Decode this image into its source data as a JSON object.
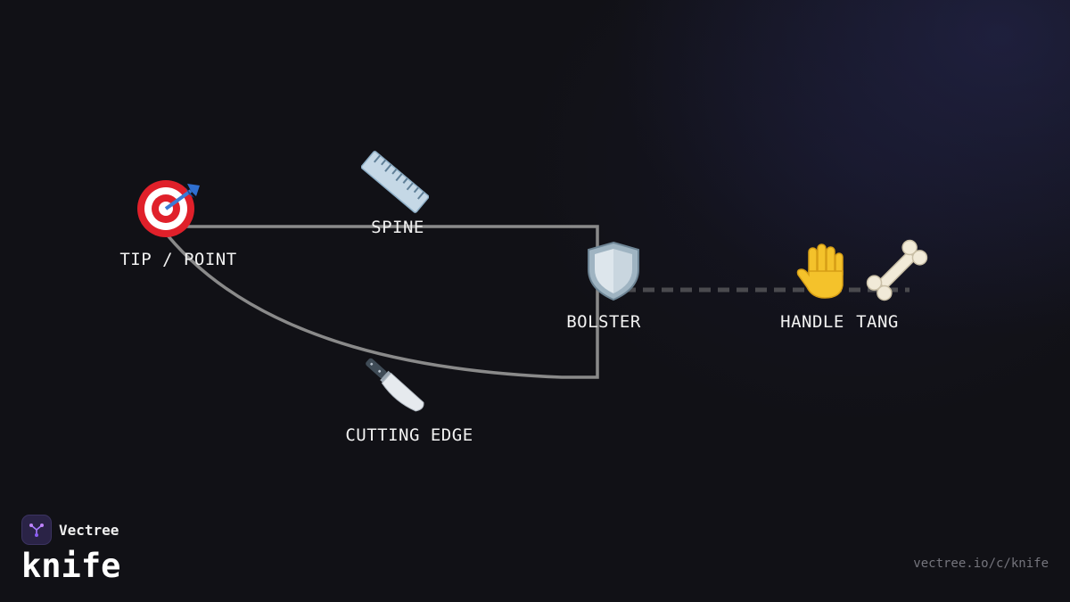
{
  "diagram": {
    "title": "knife",
    "parts": [
      {
        "id": "tip",
        "label": "TIP / POINT",
        "icon": "dart-target-icon"
      },
      {
        "id": "spine",
        "label": "SPINE",
        "icon": "ruler-icon"
      },
      {
        "id": "bolster",
        "label": "BOLSTER",
        "icon": "shield-icon"
      },
      {
        "id": "handle",
        "label": "HANDLE",
        "icon": "raised-hand-icon"
      },
      {
        "id": "tang",
        "label": "TANG",
        "icon": "bone-icon"
      },
      {
        "id": "edge",
        "label": "CUTTING EDGE",
        "icon": "kitchen-knife-icon"
      }
    ]
  },
  "brand": {
    "name": "Vectree",
    "logo_icon": "vectree-logo-icon",
    "accent": "#8b5cf6"
  },
  "footer": {
    "url": "vectree.io/c/knife"
  },
  "colors": {
    "background": "#111116",
    "outline": "#8a8a8a",
    "dashed_line": "#4a4a4e",
    "label_text": "#f2f2f2"
  }
}
